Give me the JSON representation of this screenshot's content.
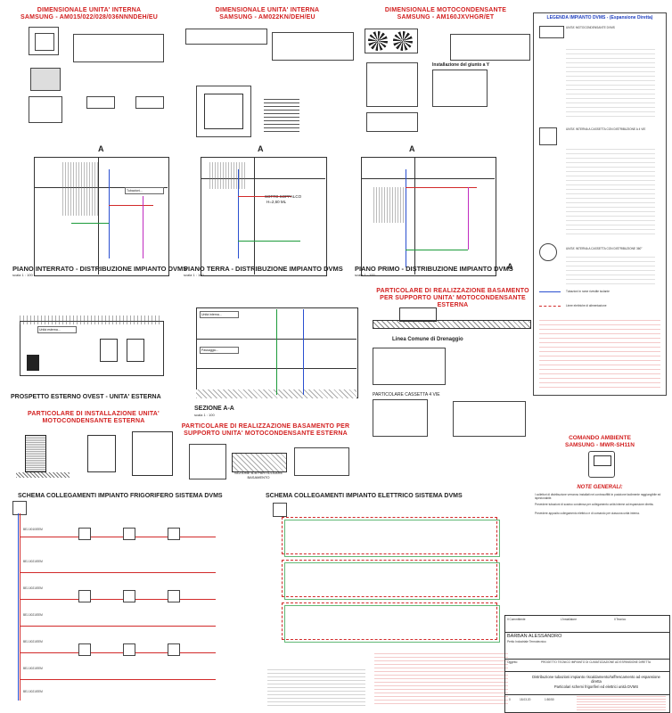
{
  "titles": {
    "dim_indoor_1": "DIMENSIONALE UNITA' INTERNA",
    "dim_indoor_1_model": "SAMSUNG - AM015/022/028/036NNNDEH/EU",
    "dim_indoor_2": "DIMENSIONALE UNITA' INTERNA",
    "dim_indoor_2_model": "SAMSUNG - AM022KN/DEH/EU",
    "dim_outdoor": "DIMENSIONALE MOTOCONDENSANTE",
    "dim_outdoor_model": "SAMSUNG - AM160JXVHGR/ET",
    "y_joint": "Installazione del giunto a Y",
    "plan_basement": "PIANO INTERRATO - DISTRIBUZIONE IMPIANTO DVMS",
    "plan_ground": "PIANO TERRA - DISTRIBUZIONE IMPIANTO DVMS",
    "plan_first": "PIANO PRIMO - DISTRIBUZIONE IMPIANTO DVMS",
    "scale": "scala 1 : 100",
    "sectionA": "A",
    "section_label": "SEZIONE A-A",
    "section_scale": "scala 1 : 100",
    "prospetto": "PROSPETTO ESTERNO OVEST - UNITA' ESTERNA",
    "detail_install": "PARTICOLARE DI INSTALLAZIONE UNITA' MOTOCONDENSANTE ESTERNA",
    "detail_base_1": "PARTICOLARE DI REALIZZAZIONE BASAMENTO PER SUPPORTO UNITA' MOTOCONDENSANTE ESTERNA",
    "detail_base_2": "PARTICOLARE DI REALIZZAZIONE BASAMENTO PER SUPPORTO UNITA' MOTOCONDENSANTE ESTERNA",
    "drain_line": "Linea Comune di Drenaggio",
    "cassette_detail": "PARTICOLARE CASSETTA 4 VIE",
    "plinth_label": "SEZIONE B-B PARTICOLARE BASAMENTO",
    "refrig_scheme": "SCHEMA COLLEGAMENTI IMPIANTO FRIGORIFERO SISTEMA DVMS",
    "elec_scheme": "SCHEMA COLLEGAMENTI IMPIANTO ELETTRICO SISTEMA DVMS",
    "legend_title": "LEGENDA IMPIANTO DVMS - (Espansione Diretta)",
    "remote_title": "COMANDO AMBIENTE",
    "remote_model": "SAMSUNG - MWR-SH11N",
    "notes_title": "NOTE GENERALI:",
    "sottopalco": "SOTTO SOPPALCO",
    "sottopalco_h": "H=2,60 ML"
  },
  "legend_items": [
    "UNITA' MOTOCONDENSANTE DVMS",
    "UNITA' INTERNA A CASSETTA CON DISTRIBUZIONE A 4 VIE",
    "UNITA' INTERNA A CASSETTA CON DISTRIBUZIONE 360°",
    "Tubazioni in rame rivestite isolante",
    "Linee elettriche di alimentazione"
  ],
  "notes": [
    "I collettori di distribuzione verranno installati nei controsoffitti in posizione facilmente raggiungibile ed ispezionabile.",
    "Prevedere tubazioni di scarico condensa per collegamento unità interne ad espansione diretta.",
    "Prevedere apposito collegamento elettrico e di comando per ciascuna unità interna."
  ],
  "title_block": {
    "committente_label": "Il Committente",
    "installatore_label": "L'Installatore",
    "tecnico_label": "Il Tecnico",
    "designer": "BARBAN ALESSANDRO",
    "designer_role": "Perito Industriale Termotecnico",
    "oggetto_label": "Oggetto",
    "oggetto": "PROGETTO TECNICO IMPIANTO DI CLIMATIZZAZIONE AD ESPANSIONE DIRETTA",
    "subject": "Distribuzione tubazioni impianto riscaldamento/raffrescamento ad espansione diretta",
    "subject2": "Particolari schemi frigoriferi ed elettrici unità DVMS",
    "rev": "0",
    "date": "18.03.20",
    "scale": "1:50/50"
  },
  "refrig_pipe_labels": [
    "BEJ-0010/EEM",
    "BEJ-0021/EEM",
    "BEJ-0021/EEM",
    "BEJ-0021/EEM",
    "BEJ-0021/EEM",
    "BEJ-0021/EEM",
    "BEJ-0021/EEM"
  ],
  "colors": {
    "title_red": "#d21f1f",
    "pipe_blue": "#2a4fd0",
    "pipe_red": "#d22a2a",
    "pipe_green": "#1c9b3a",
    "pipe_magenta": "#c02bc0",
    "legend_blue": "#1f3fbf"
  }
}
